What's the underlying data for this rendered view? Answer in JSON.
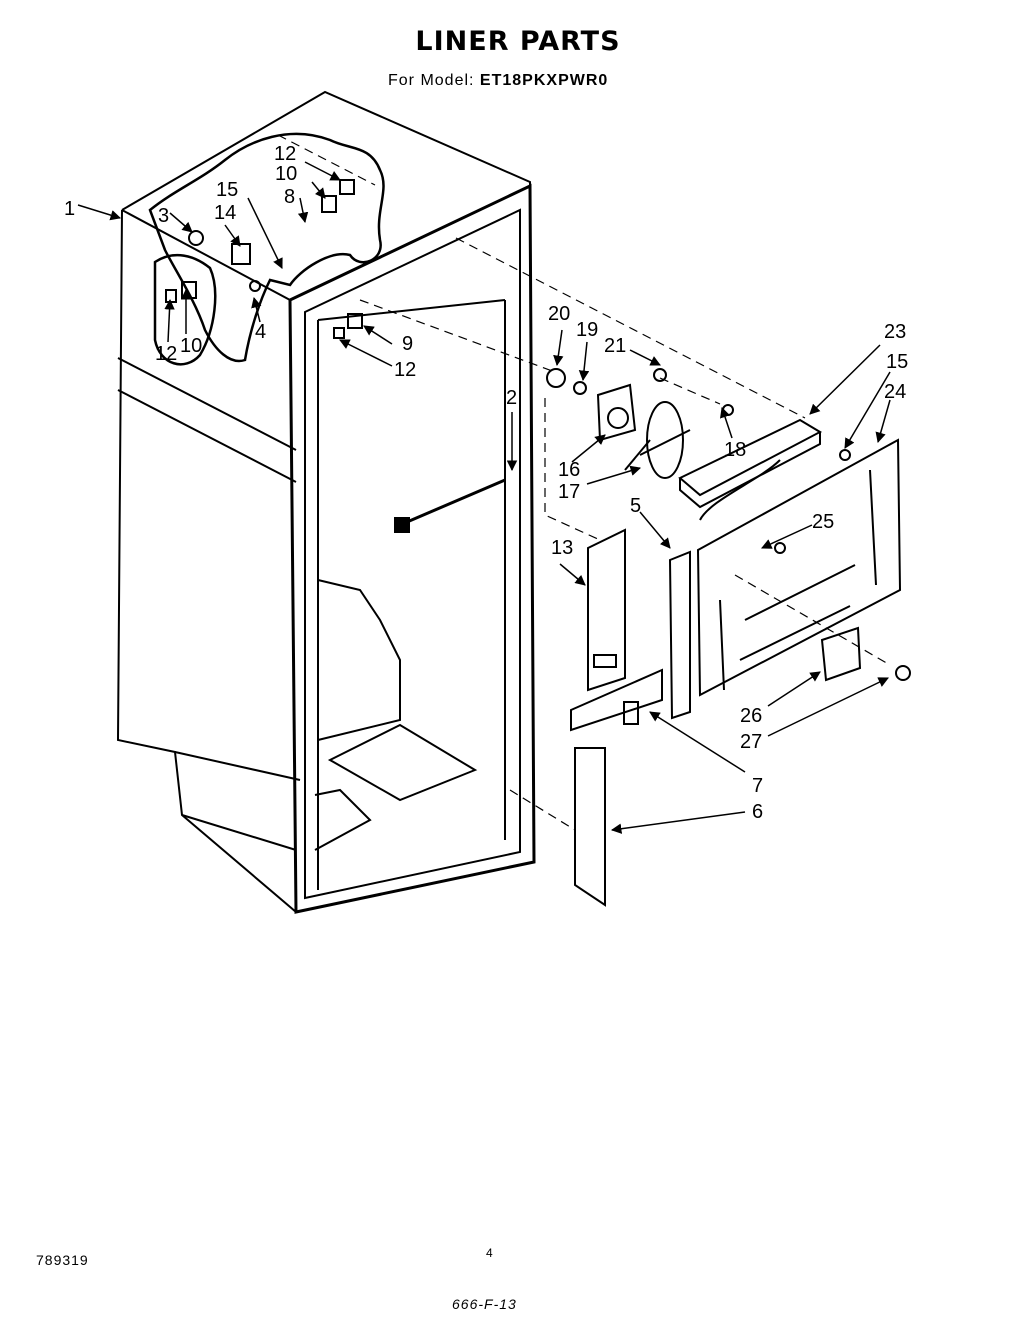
{
  "header": {
    "title": "LINER PARTS",
    "model_prefix": "For Model:",
    "model_number": "ET18PKXPWR0"
  },
  "callouts": [
    {
      "id": "c1",
      "label": "1"
    },
    {
      "id": "c2",
      "label": "2"
    },
    {
      "id": "c3",
      "label": "3"
    },
    {
      "id": "c4",
      "label": "4"
    },
    {
      "id": "c5",
      "label": "5"
    },
    {
      "id": "c6",
      "label": "6"
    },
    {
      "id": "c7",
      "label": "7"
    },
    {
      "id": "c8",
      "label": "8"
    },
    {
      "id": "c9",
      "label": "9"
    },
    {
      "id": "c10a",
      "label": "10"
    },
    {
      "id": "c10b",
      "label": "10"
    },
    {
      "id": "c12a",
      "label": "12"
    },
    {
      "id": "c12b",
      "label": "12"
    },
    {
      "id": "c12c",
      "label": "12"
    },
    {
      "id": "c13",
      "label": "13"
    },
    {
      "id": "c14",
      "label": "14"
    },
    {
      "id": "c15a",
      "label": "15"
    },
    {
      "id": "c15b",
      "label": "15"
    },
    {
      "id": "c16",
      "label": "16"
    },
    {
      "id": "c17",
      "label": "17"
    },
    {
      "id": "c18",
      "label": "18"
    },
    {
      "id": "c19",
      "label": "19"
    },
    {
      "id": "c20",
      "label": "20"
    },
    {
      "id": "c21",
      "label": "21"
    },
    {
      "id": "c23",
      "label": "23"
    },
    {
      "id": "c24",
      "label": "24"
    },
    {
      "id": "c25",
      "label": "25"
    },
    {
      "id": "c26",
      "label": "26"
    },
    {
      "id": "c27",
      "label": "27"
    }
  ],
  "footer": {
    "doc_number": "789319",
    "page": "4",
    "code": "666-F-13"
  }
}
